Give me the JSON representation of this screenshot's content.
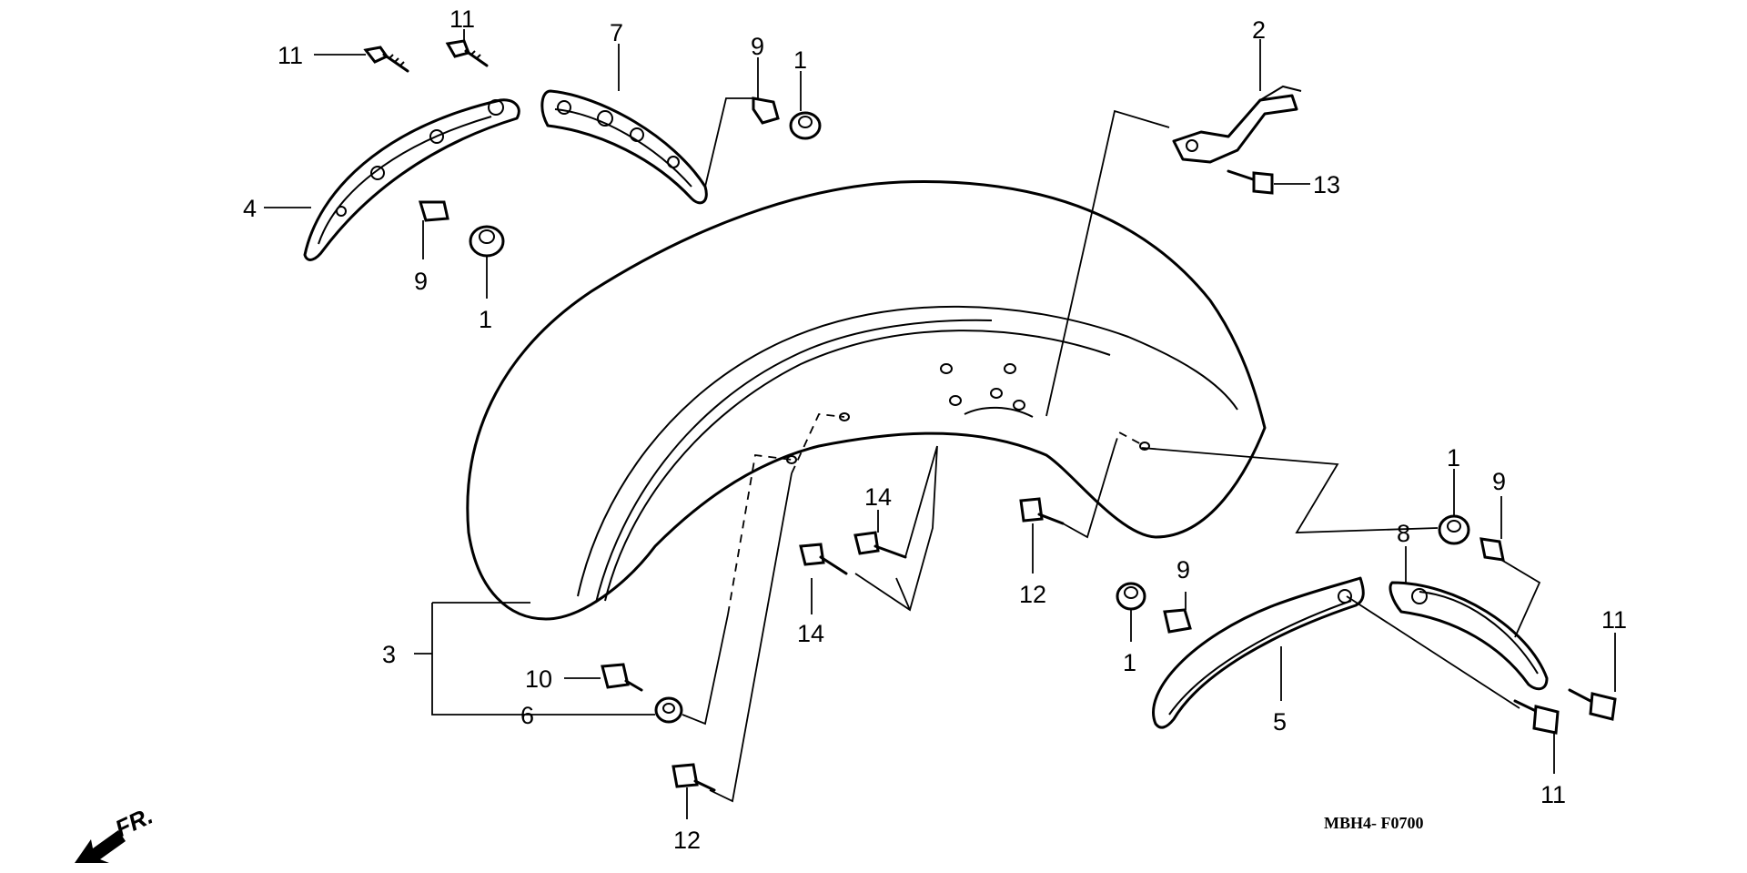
{
  "diagram": {
    "code": "MBH4- F0700",
    "direction": "FR.",
    "callouts": [
      {
        "id": "c11a",
        "label": "11"
      },
      {
        "id": "c11b",
        "label": "11"
      },
      {
        "id": "c7",
        "label": "7"
      },
      {
        "id": "c9a",
        "label": "9"
      },
      {
        "id": "c1a",
        "label": "1"
      },
      {
        "id": "c2",
        "label": "2"
      },
      {
        "id": "c4",
        "label": "4"
      },
      {
        "id": "c9b",
        "label": "9"
      },
      {
        "id": "c1b",
        "label": "1"
      },
      {
        "id": "c13",
        "label": "13"
      },
      {
        "id": "c1c",
        "label": "1"
      },
      {
        "id": "c9c",
        "label": "9"
      },
      {
        "id": "c14a",
        "label": "14"
      },
      {
        "id": "c14b",
        "label": "14"
      },
      {
        "id": "c12a",
        "label": "12"
      },
      {
        "id": "c9d",
        "label": "9"
      },
      {
        "id": "c8",
        "label": "8"
      },
      {
        "id": "c11c",
        "label": "11"
      },
      {
        "id": "c3",
        "label": "3"
      },
      {
        "id": "c10",
        "label": "10"
      },
      {
        "id": "c6",
        "label": "6"
      },
      {
        "id": "c1d",
        "label": "1"
      },
      {
        "id": "c5",
        "label": "5"
      },
      {
        "id": "c11d",
        "label": "11"
      },
      {
        "id": "c12b",
        "label": "12"
      }
    ]
  }
}
